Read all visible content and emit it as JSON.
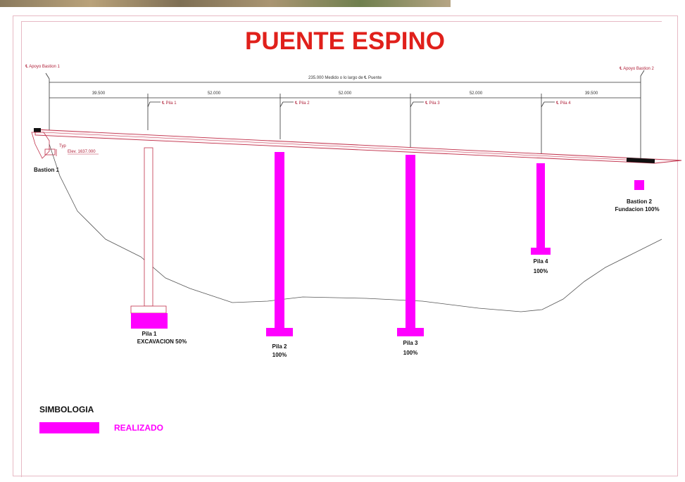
{
  "title": "PUENTE ESPINO",
  "dimension_total": "235.000 Medido o lo largo de ℄ Puente",
  "axis_labels": {
    "bastion1": "℄ Apoyo Bastion 1",
    "bastion2": "℄ Apoyo Bastion 2",
    "pila1": "℄ Pila 1",
    "pila2": "℄ Pila 2",
    "pila3": "℄ Pila 3",
    "pila4": "℄ Pila 4"
  },
  "spans": [
    "39.500",
    "52.000",
    "52.000",
    "52.000",
    "39.500"
  ],
  "small_labels": {
    "typ": "Typ",
    "elev": "Elev. 1637.000"
  },
  "supports": {
    "bastion1": {
      "line1": "Bastion 1"
    },
    "pila1": {
      "line1": "Pila 1",
      "line2": "EXCAVACION 50%"
    },
    "pila2": {
      "line1": "Pila 2",
      "line2": "100%"
    },
    "pila3": {
      "line1": "Pila 3",
      "line2": "100%"
    },
    "pila4": {
      "line1": "Pila 4",
      "line2": "100%"
    },
    "bastion2": {
      "line1": "Bastion 2",
      "line2": "Fundacion 100%"
    }
  },
  "legend": {
    "title": "SIMBOLOGIA",
    "label": "REALIZADO"
  },
  "colors": {
    "done": "#ff00ff",
    "title": "#e0201b",
    "deck": "#c0304a"
  }
}
